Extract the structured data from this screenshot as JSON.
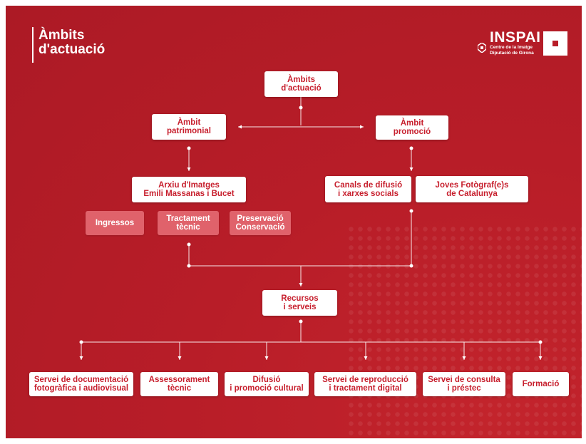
{
  "header": {
    "title_line1": "Àmbits",
    "title_line2": "d'actuació"
  },
  "logo": {
    "brand": "INSPAI",
    "line1": "Centre de la Imatge",
    "line2": "Diputació de Girona"
  },
  "colors": {
    "background": "#b81d28",
    "node_text": "#c71f2d",
    "node_bg": "#ffffff",
    "soft_node_bg": "#e0626b",
    "connector": "#ffffff"
  },
  "diagram": {
    "root": "Àmbits\nd'actuació",
    "patrimonial": "Àmbit\npatrimonial",
    "promocio": "Àmbit\npromoció",
    "arxiu": "Arxiu d'Imatges\nEmili Massanas i Bucet",
    "canals": "Canals de difusió\ni xarxes socials",
    "joves": "Joves Fotògraf(e)s\nde Catalunya",
    "ingressos": "Ingressos",
    "tractament": "Tractament\ntècnic",
    "preservacio": "Preservació\nConservació",
    "recursos": "Recursos\ni serveis",
    "serveis": [
      "Servei de documentació\nfotogràfica i audiovisual",
      "Assessorament\ntècnic",
      "Difusió\ni promoció cultural",
      "Servei de reproducció\ni tractament digital",
      "Servei de consulta\ni préstec",
      "Formació"
    ]
  }
}
